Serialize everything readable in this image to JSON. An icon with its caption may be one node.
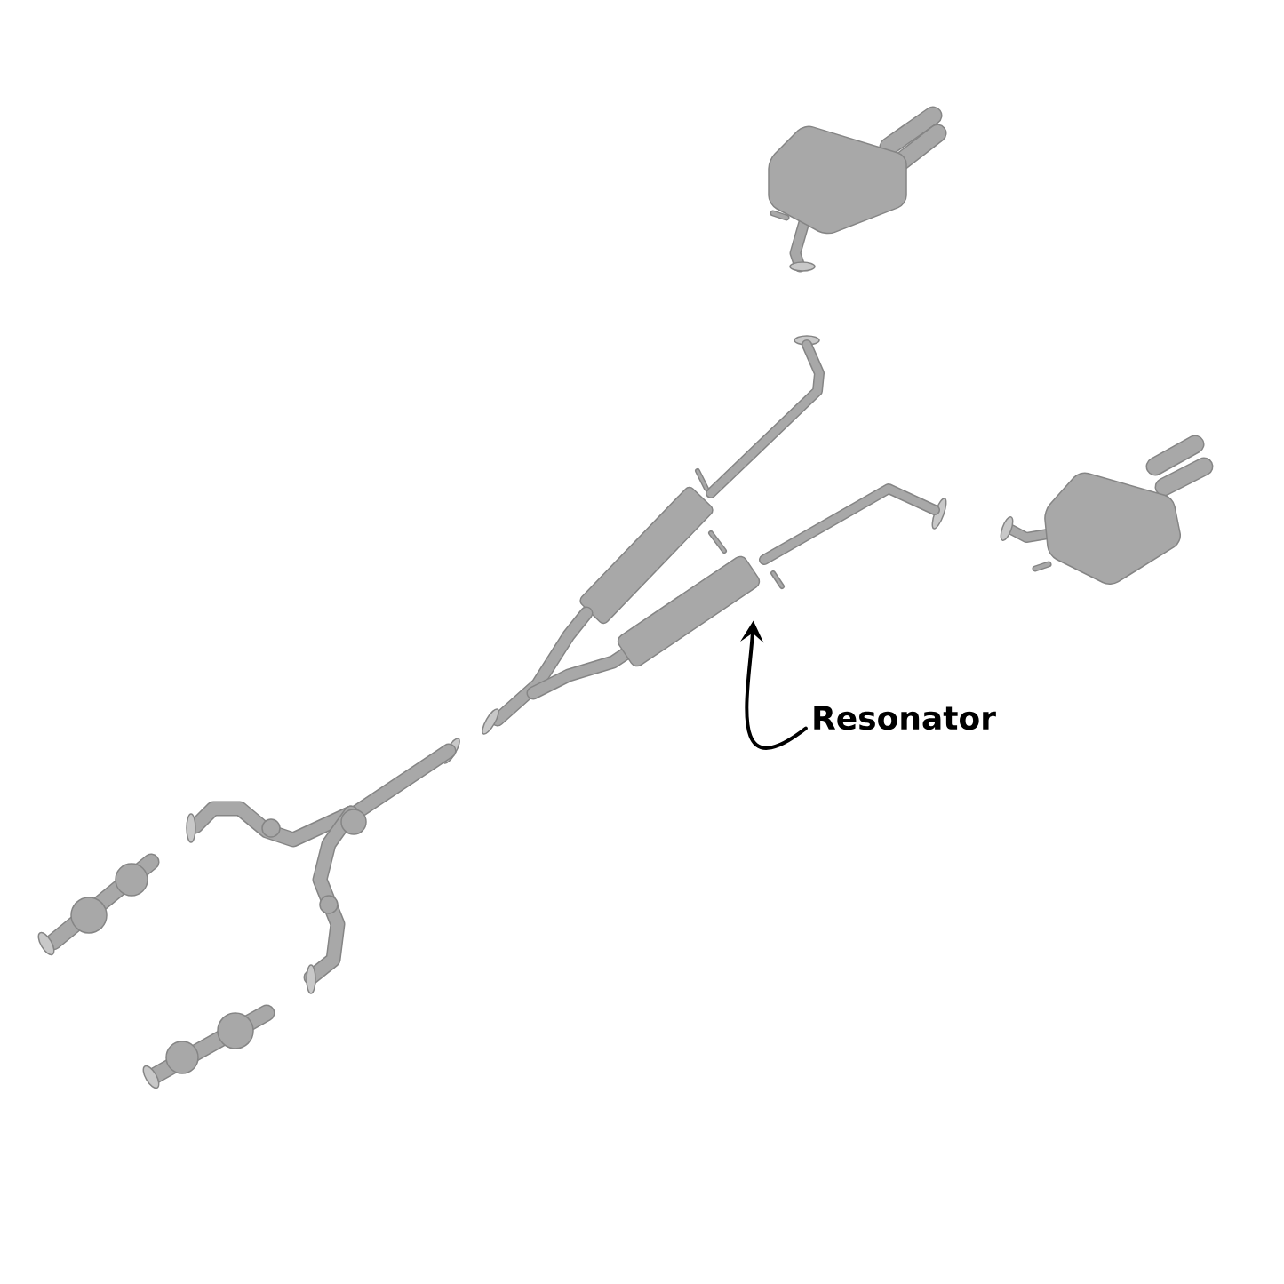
{
  "diagram": {
    "nodes": [
      {
        "text": [
          "Resonator"
        ]
      },
      {
        "text": [],
        "shape": "cylinder"
      }
    ],
    "edges": [
      {
        "from": 0,
        "to": 1,
        "arrow": "to"
      }
    ]
  }
}
